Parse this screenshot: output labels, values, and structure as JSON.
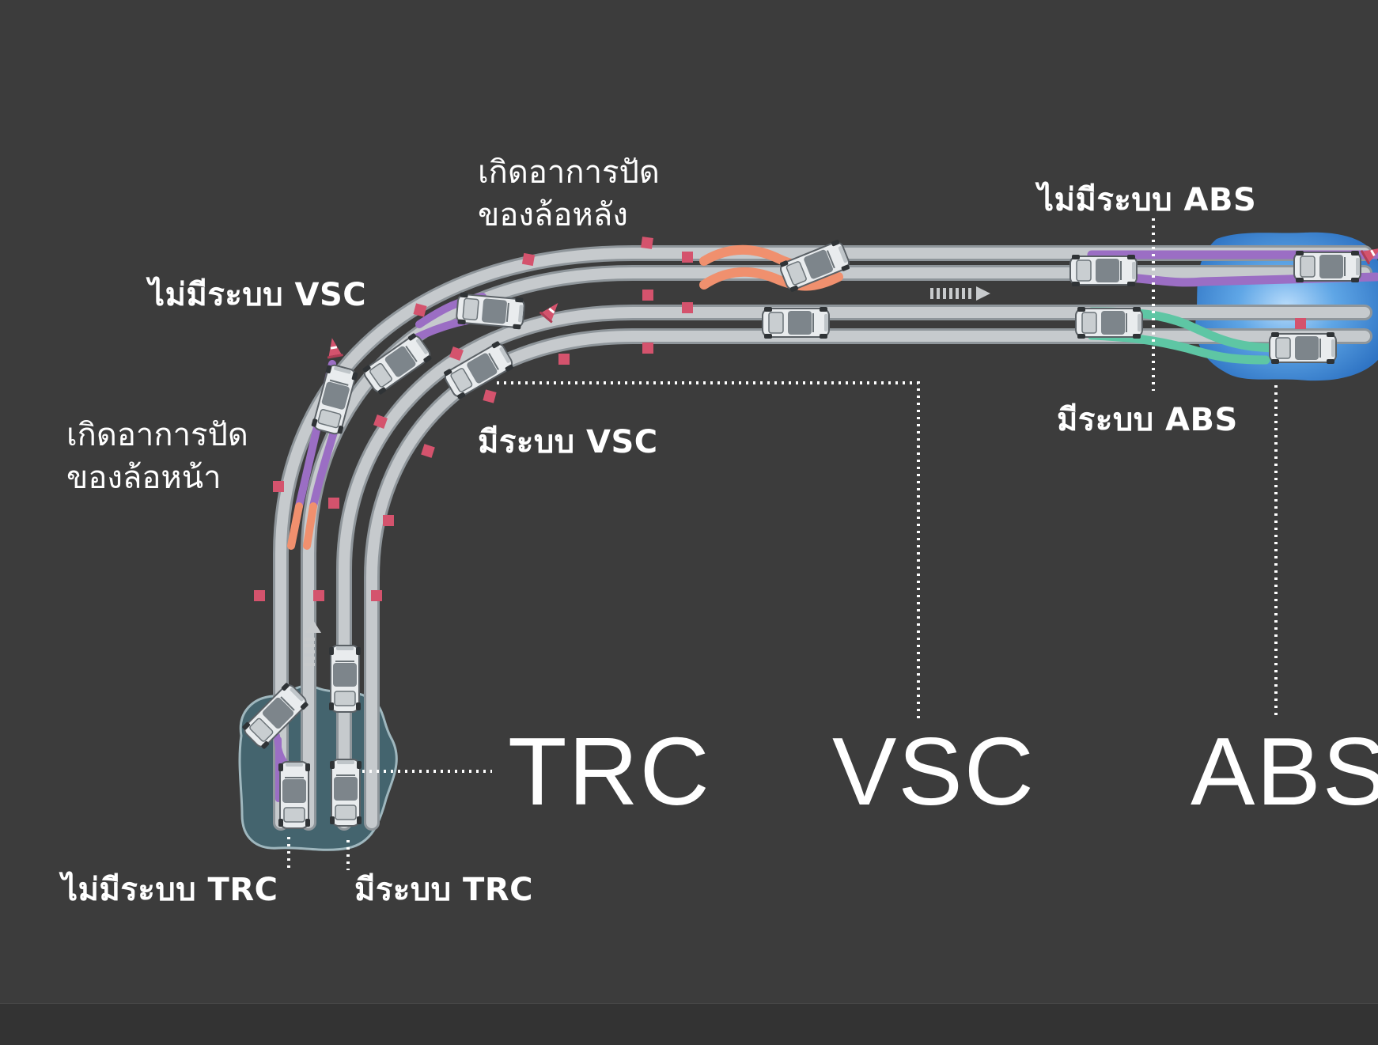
{
  "labels": {
    "no_vsc": "ไม่มีระบบ VSC",
    "has_vsc": "มีระบบ VSC",
    "rear_skid_line1": "เกิดอาการปัด",
    "rear_skid_line2": "ของล้อหลัง",
    "front_skid_line1": "เกิดอาการปัด",
    "front_skid_line2": "ของล้อหน้า",
    "no_abs": "ไม่มีระบบ ABS",
    "has_abs": "มีระบบ ABS",
    "no_trc": "ไม่มีระบบ TRC",
    "has_trc": "มีระบบ TRC"
  },
  "systems": {
    "trc": "TRC",
    "vsc": "VSC",
    "abs": "ABS"
  },
  "colors": {
    "background": "#3c3c3c",
    "road": "#c6cacd",
    "road_edge": "#8f969b",
    "no_system_path": "#9b6ec4",
    "skid_path": "#f0906e",
    "abs_path": "#5ec6a4",
    "cone": "#d4536d",
    "water_light": "#5fa6e6",
    "water_dark": "#2f74c4",
    "puddle": "#44646e",
    "text": "#ffffff",
    "leader_line": "#ffffff"
  },
  "icons": {
    "car": "car-topview-icon",
    "cone": "traffic-cone-icon",
    "marker": "red-square-marker-icon",
    "arrow": "direction-arrow-icon"
  }
}
